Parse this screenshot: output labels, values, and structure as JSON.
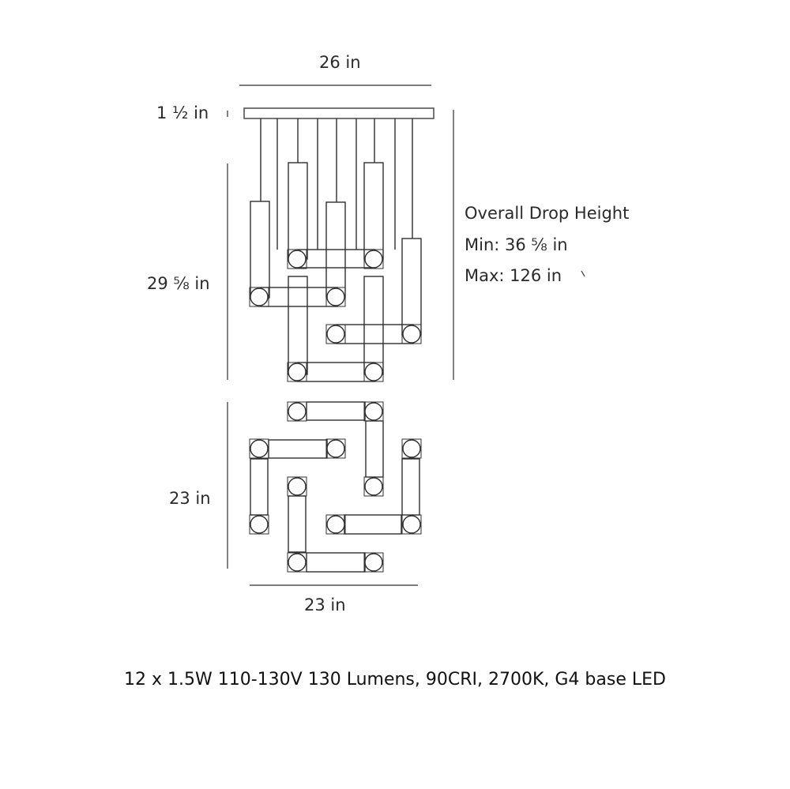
{
  "dimensions": {
    "top_width": "26 in",
    "canopy_height": "1 ½ in",
    "fixture_height": "29 ⅝ in",
    "plan_depth": "23 in",
    "plan_width": "23 in"
  },
  "drop_height": {
    "title": "Overall Drop Height",
    "min": "Min: 36 ⅝ in",
    "max": "Max: 126 in"
  },
  "spec_line": "12 x 1.5W 110-130V 130 Lumens, 90CRI, 2700K, G4 base LED",
  "colors": {
    "line": "#2f2f2f",
    "canopy": "#555555"
  }
}
